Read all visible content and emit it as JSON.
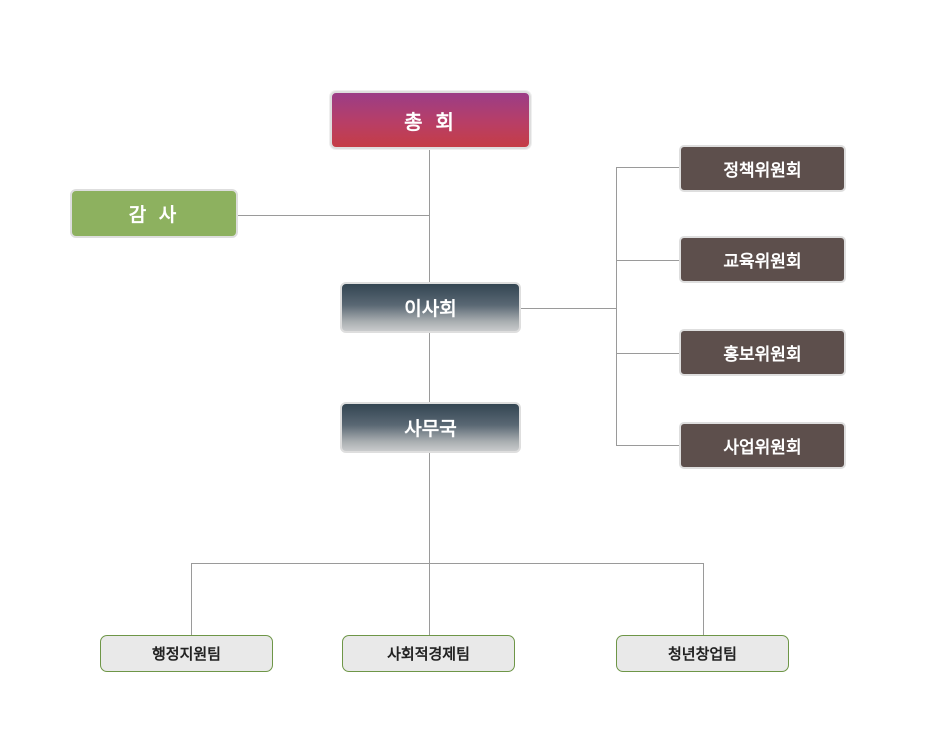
{
  "org_chart": {
    "general_assembly": {
      "label": "총 회"
    },
    "auditor": {
      "label": "감 사"
    },
    "board": {
      "label": "이사회"
    },
    "secretariat": {
      "label": "사무국"
    },
    "committees": [
      {
        "label": "정책위원회"
      },
      {
        "label": "교육위원회"
      },
      {
        "label": "홍보위원회"
      },
      {
        "label": "사업위원회"
      }
    ],
    "teams": [
      {
        "label": "행정지원팀"
      },
      {
        "label": "사회적경제팀"
      },
      {
        "label": "청년창업팀"
      }
    ]
  },
  "colors": {
    "assembly_top": "#9b3d87",
    "assembly_bottom": "#c53d46",
    "auditor": "#8db15f",
    "board_top": "#334552",
    "committee": "#5d4f4c",
    "team_fill": "#e9e9e9",
    "team_border": "#6e9647",
    "line": "#9a9a9a"
  }
}
